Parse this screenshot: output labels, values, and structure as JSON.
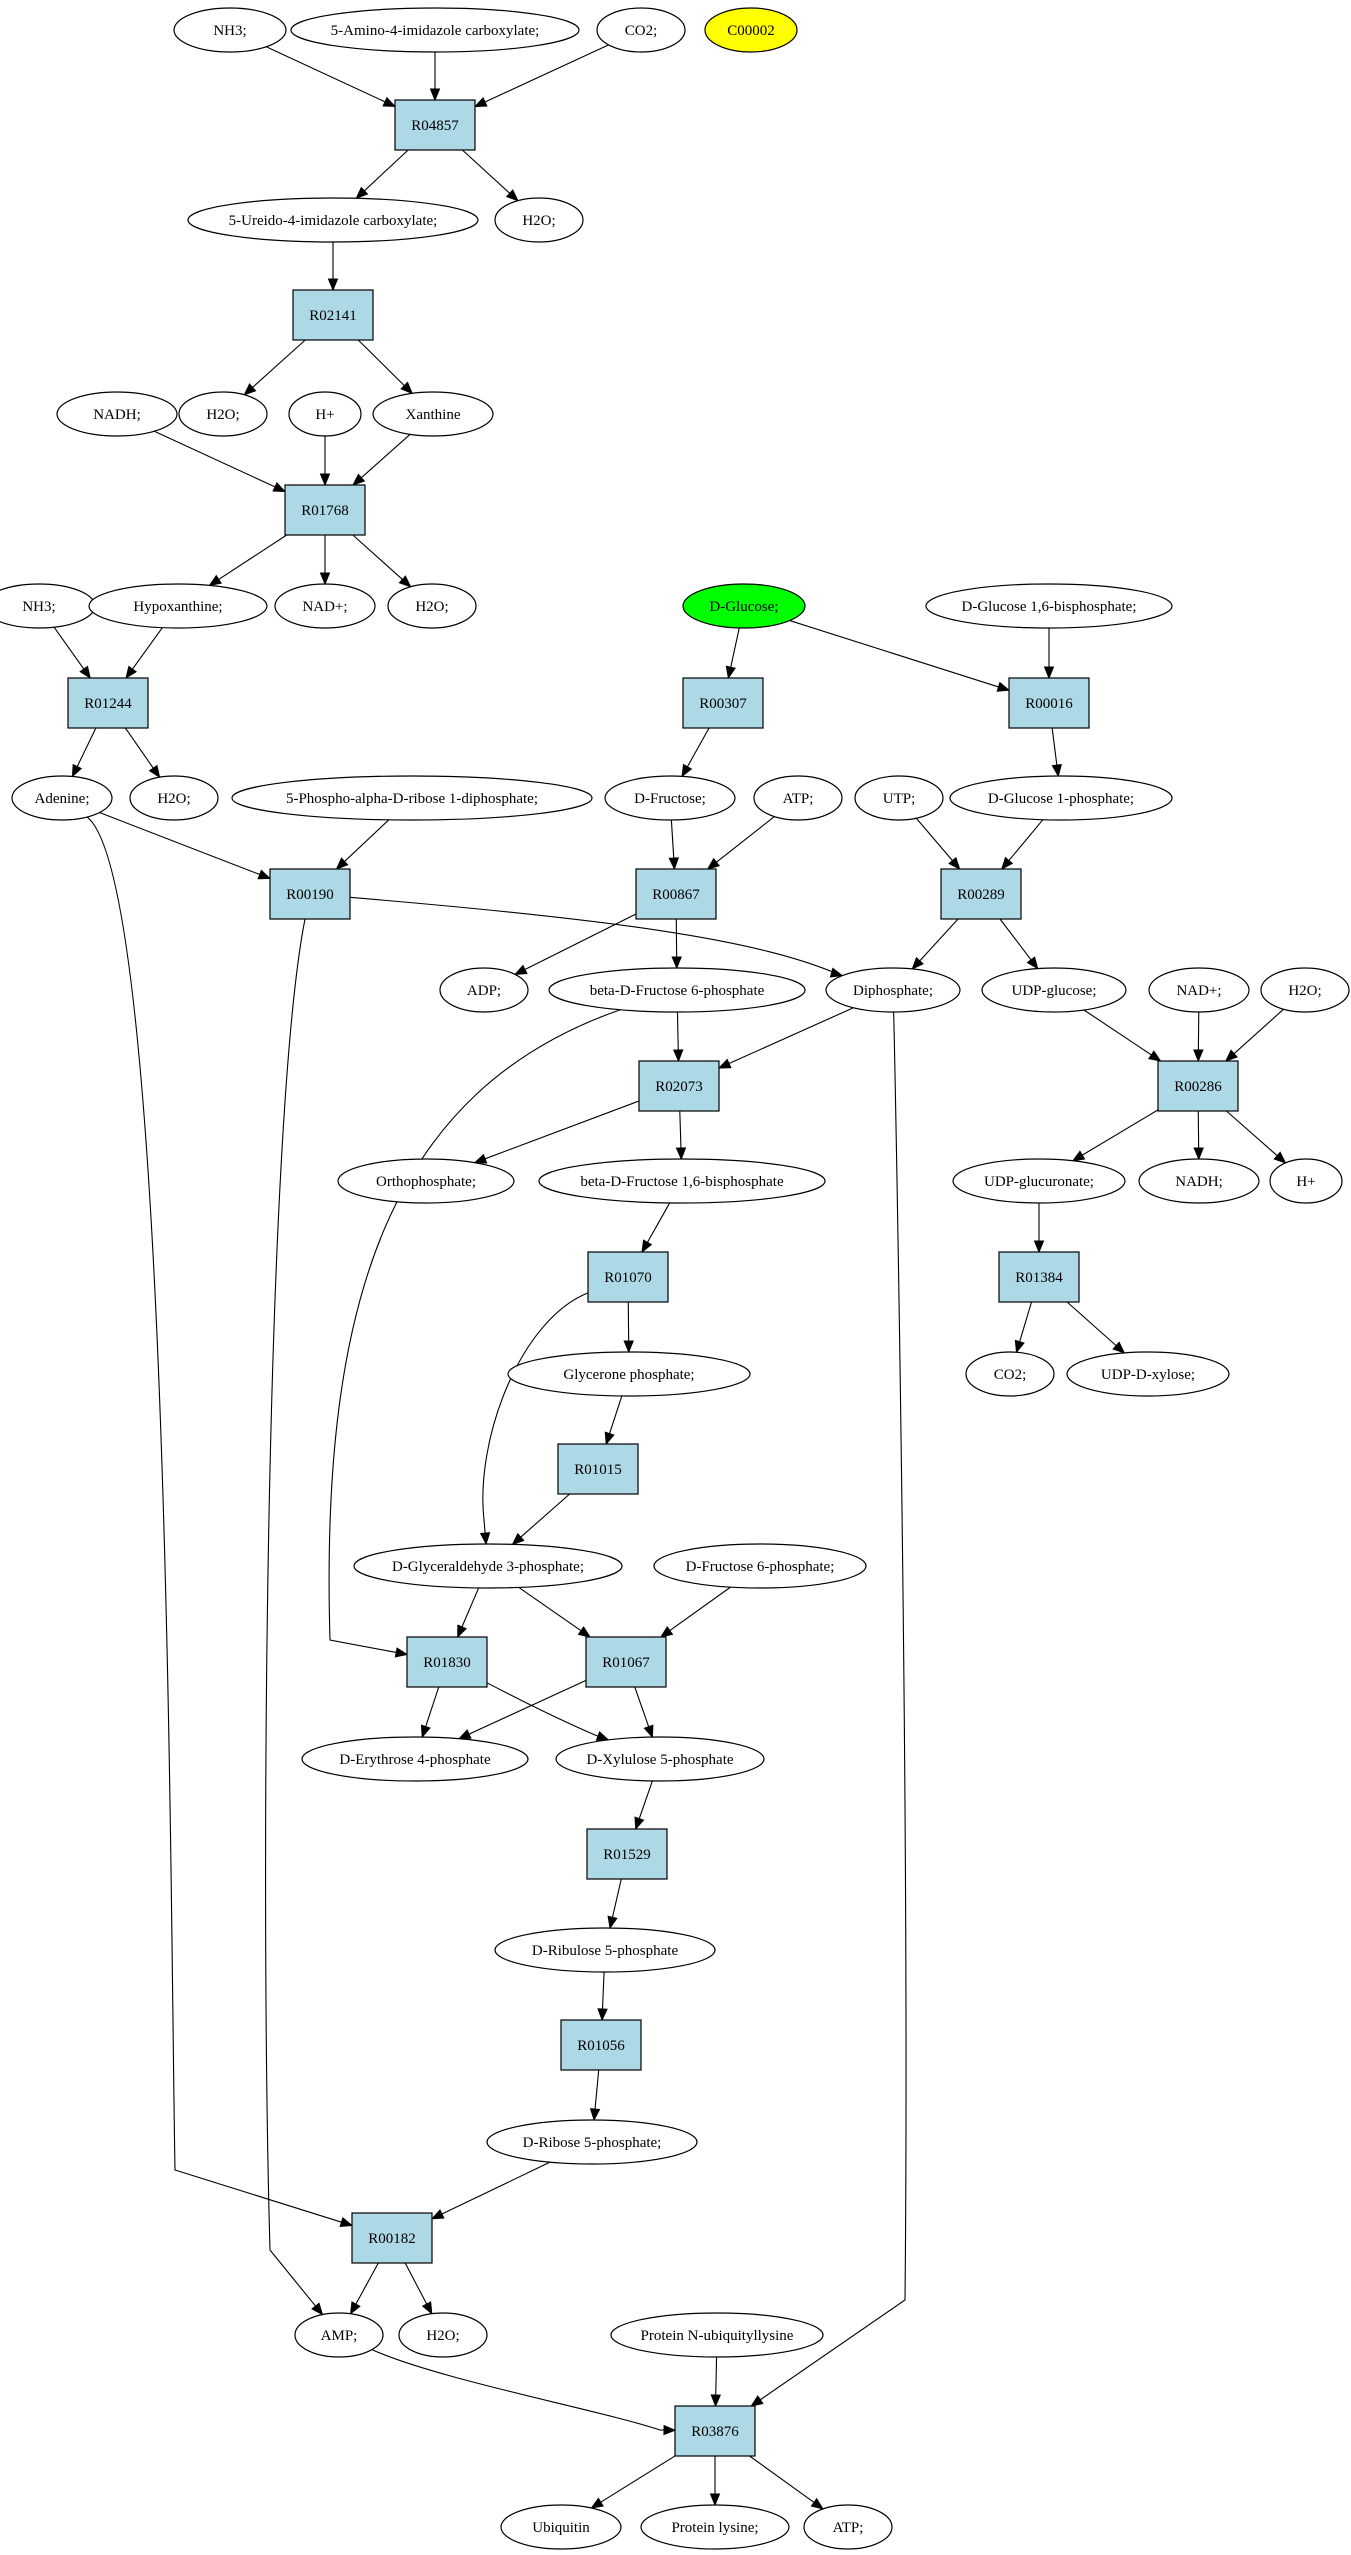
{
  "colors": {
    "reaction_fill": "#add8e6",
    "compound_fill": "#ffffff",
    "highlight_green": "#00ff00",
    "highlight_yellow": "#ffff00",
    "stroke": "#000000"
  },
  "nodes": [
    {
      "id": "nh3_a",
      "label": "NH3;",
      "kind": "compound"
    },
    {
      "id": "aic",
      "label": "5-Amino-4-imidazole carboxylate;",
      "kind": "compound"
    },
    {
      "id": "co2_a",
      "label": "CO2;",
      "kind": "compound"
    },
    {
      "id": "c00002",
      "label": "C00002",
      "kind": "compound",
      "highlight": "yellow"
    },
    {
      "id": "R04857",
      "label": "R04857",
      "kind": "reaction"
    },
    {
      "id": "uic",
      "label": "5-Ureido-4-imidazole carboxylate;",
      "kind": "compound"
    },
    {
      "id": "h2o_a",
      "label": "H2O;",
      "kind": "compound"
    },
    {
      "id": "R02141",
      "label": "R02141",
      "kind": "reaction"
    },
    {
      "id": "nadh_a",
      "label": "NADH;",
      "kind": "compound"
    },
    {
      "id": "h2o_b",
      "label": "H2O;",
      "kind": "compound"
    },
    {
      "id": "hplus_a",
      "label": "H+",
      "kind": "compound"
    },
    {
      "id": "xanthine",
      "label": "Xanthine",
      "kind": "compound"
    },
    {
      "id": "R01768",
      "label": "R01768",
      "kind": "reaction"
    },
    {
      "id": "nh3_b",
      "label": "NH3;",
      "kind": "compound"
    },
    {
      "id": "hypox",
      "label": "Hypoxanthine;",
      "kind": "compound"
    },
    {
      "id": "nadp_a",
      "label": "NAD+;",
      "kind": "compound"
    },
    {
      "id": "h2o_c",
      "label": "H2O;",
      "kind": "compound"
    },
    {
      "id": "dglucose",
      "label": "D-Glucose;",
      "kind": "compound",
      "highlight": "green"
    },
    {
      "id": "dg16bp",
      "label": "D-Glucose 1,6-bisphosphate;",
      "kind": "compound"
    },
    {
      "id": "R01244",
      "label": "R01244",
      "kind": "reaction"
    },
    {
      "id": "R00307",
      "label": "R00307",
      "kind": "reaction"
    },
    {
      "id": "R00016",
      "label": "R00016",
      "kind": "reaction"
    },
    {
      "id": "adenine",
      "label": "Adenine;",
      "kind": "compound"
    },
    {
      "id": "h2o_d",
      "label": "H2O;",
      "kind": "compound"
    },
    {
      "id": "prpp",
      "label": "5-Phospho-alpha-D-ribose 1-diphosphate;",
      "kind": "compound"
    },
    {
      "id": "dfructose",
      "label": "D-Fructose;",
      "kind": "compound"
    },
    {
      "id": "atp_a",
      "label": "ATP;",
      "kind": "compound"
    },
    {
      "id": "utp",
      "label": "UTP;",
      "kind": "compound"
    },
    {
      "id": "dg1p",
      "label": "D-Glucose 1-phosphate;",
      "kind": "compound"
    },
    {
      "id": "R00190",
      "label": "R00190",
      "kind": "reaction"
    },
    {
      "id": "R00867",
      "label": "R00867",
      "kind": "reaction"
    },
    {
      "id": "R00289",
      "label": "R00289",
      "kind": "reaction"
    },
    {
      "id": "adp",
      "label": "ADP;",
      "kind": "compound"
    },
    {
      "id": "bdf6p",
      "label": "beta-D-Fructose 6-phosphate",
      "kind": "compound"
    },
    {
      "id": "diphos",
      "label": "Diphosphate;",
      "kind": "compound"
    },
    {
      "id": "udpglc",
      "label": "UDP-glucose;",
      "kind": "compound"
    },
    {
      "id": "nadp_b",
      "label": "NAD+;",
      "kind": "compound"
    },
    {
      "id": "h2o_e",
      "label": "H2O;",
      "kind": "compound"
    },
    {
      "id": "R02073",
      "label": "R02073",
      "kind": "reaction"
    },
    {
      "id": "R00286",
      "label": "R00286",
      "kind": "reaction"
    },
    {
      "id": "orthop",
      "label": "Orthophosphate;",
      "kind": "compound"
    },
    {
      "id": "bdf16bp",
      "label": "beta-D-Fructose 1,6-bisphosphate",
      "kind": "compound"
    },
    {
      "id": "udpgluc",
      "label": "UDP-glucuronate;",
      "kind": "compound"
    },
    {
      "id": "nadh_b",
      "label": "NADH;",
      "kind": "compound"
    },
    {
      "id": "hplus_b",
      "label": "H+",
      "kind": "compound"
    },
    {
      "id": "R01070",
      "label": "R01070",
      "kind": "reaction"
    },
    {
      "id": "R01384",
      "label": "R01384",
      "kind": "reaction"
    },
    {
      "id": "glyp",
      "label": "Glycerone phosphate;",
      "kind": "compound"
    },
    {
      "id": "co2_b",
      "label": "CO2;",
      "kind": "compound"
    },
    {
      "id": "udpxyl",
      "label": "UDP-D-xylose;",
      "kind": "compound"
    },
    {
      "id": "R01015",
      "label": "R01015",
      "kind": "reaction"
    },
    {
      "id": "dg3p",
      "label": "D-Glyceraldehyde 3-phosphate;",
      "kind": "compound"
    },
    {
      "id": "df6p",
      "label": "D-Fructose 6-phosphate;",
      "kind": "compound"
    },
    {
      "id": "R01830",
      "label": "R01830",
      "kind": "reaction"
    },
    {
      "id": "R01067",
      "label": "R01067",
      "kind": "reaction"
    },
    {
      "id": "de4p",
      "label": "D-Erythrose 4-phosphate",
      "kind": "compound"
    },
    {
      "id": "dx5p",
      "label": "D-Xylulose 5-phosphate",
      "kind": "compound"
    },
    {
      "id": "R01529",
      "label": "R01529",
      "kind": "reaction"
    },
    {
      "id": "dru5p",
      "label": "D-Ribulose 5-phosphate",
      "kind": "compound"
    },
    {
      "id": "R01056",
      "label": "R01056",
      "kind": "reaction"
    },
    {
      "id": "dr5p",
      "label": "D-Ribose 5-phosphate;",
      "kind": "compound"
    },
    {
      "id": "R00182",
      "label": "R00182",
      "kind": "reaction"
    },
    {
      "id": "amp",
      "label": "AMP;",
      "kind": "compound"
    },
    {
      "id": "h2o_f",
      "label": "H2O;",
      "kind": "compound"
    },
    {
      "id": "pnul",
      "label": "Protein N-ubiquityllysine",
      "kind": "compound"
    },
    {
      "id": "R03876",
      "label": "R03876",
      "kind": "reaction"
    },
    {
      "id": "ubiquitin",
      "label": "Ubiquitin",
      "kind": "compound"
    },
    {
      "id": "plys",
      "label": "Protein lysine;",
      "kind": "compound"
    },
    {
      "id": "atp_b",
      "label": "ATP;",
      "kind": "compound"
    }
  ],
  "edges": [
    {
      "from": "nh3_a",
      "to": "R04857"
    },
    {
      "from": "aic",
      "to": "R04857"
    },
    {
      "from": "co2_a",
      "to": "R04857"
    },
    {
      "from": "R04857",
      "to": "uic"
    },
    {
      "from": "R04857",
      "to": "h2o_a"
    },
    {
      "from": "uic",
      "to": "R02141"
    },
    {
      "from": "R02141",
      "to": "h2o_b"
    },
    {
      "from": "R02141",
      "to": "xanthine"
    },
    {
      "from": "nadh_a",
      "to": "R01768"
    },
    {
      "from": "hplus_a",
      "to": "R01768"
    },
    {
      "from": "xanthine",
      "to": "R01768"
    },
    {
      "from": "R01768",
      "to": "hypox"
    },
    {
      "from": "R01768",
      "to": "nadp_a"
    },
    {
      "from": "R01768",
      "to": "h2o_c"
    },
    {
      "from": "nh3_b",
      "to": "R01244"
    },
    {
      "from": "hypox",
      "to": "R01244"
    },
    {
      "from": "R01244",
      "to": "adenine"
    },
    {
      "from": "R01244",
      "to": "h2o_d"
    },
    {
      "from": "dglucose",
      "to": "R00307"
    },
    {
      "from": "dglucose",
      "to": "R00016"
    },
    {
      "from": "dg16bp",
      "to": "R00016"
    },
    {
      "from": "R00307",
      "to": "dfructose"
    },
    {
      "from": "R00016",
      "to": "dg1p"
    },
    {
      "from": "adenine",
      "to": "R00190"
    },
    {
      "from": "prpp",
      "to": "R00190"
    },
    {
      "from": "adenine",
      "to": "R00182"
    },
    {
      "from": "R00190",
      "to": "diphos"
    },
    {
      "from": "R00190",
      "to": "amp"
    },
    {
      "from": "dfructose",
      "to": "R00867"
    },
    {
      "from": "atp_a",
      "to": "R00867"
    },
    {
      "from": "R00867",
      "to": "adp"
    },
    {
      "from": "R00867",
      "to": "bdf6p"
    },
    {
      "from": "utp",
      "to": "R00289"
    },
    {
      "from": "dg1p",
      "to": "R00289"
    },
    {
      "from": "R00289",
      "to": "diphos"
    },
    {
      "from": "R00289",
      "to": "udpglc"
    },
    {
      "from": "bdf6p",
      "to": "R02073"
    },
    {
      "from": "diphos",
      "to": "R02073"
    },
    {
      "from": "bdf6p",
      "to": "R01830"
    },
    {
      "from": "diphos",
      "to": "R03876"
    },
    {
      "from": "udpglc",
      "to": "R00286"
    },
    {
      "from": "nadp_b",
      "to": "R00286"
    },
    {
      "from": "h2o_e",
      "to": "R00286"
    },
    {
      "from": "R02073",
      "to": "orthop"
    },
    {
      "from": "R02073",
      "to": "bdf16bp"
    },
    {
      "from": "R00286",
      "to": "udpgluc"
    },
    {
      "from": "R00286",
      "to": "nadh_b"
    },
    {
      "from": "R00286",
      "to": "hplus_b"
    },
    {
      "from": "bdf16bp",
      "to": "R01070"
    },
    {
      "from": "udpgluc",
      "to": "R01384"
    },
    {
      "from": "R01070",
      "to": "glyp"
    },
    {
      "from": "R01070",
      "to": "dg3p"
    },
    {
      "from": "R01384",
      "to": "co2_b"
    },
    {
      "from": "R01384",
      "to": "udpxyl"
    },
    {
      "from": "glyp",
      "to": "R01015"
    },
    {
      "from": "R01015",
      "to": "dg3p"
    },
    {
      "from": "dg3p",
      "to": "R01830"
    },
    {
      "from": "dg3p",
      "to": "R01067"
    },
    {
      "from": "df6p",
      "to": "R01067"
    },
    {
      "from": "R01830",
      "to": "de4p"
    },
    {
      "from": "R01830",
      "to": "dx5p"
    },
    {
      "from": "R01067",
      "to": "de4p"
    },
    {
      "from": "R01067",
      "to": "dx5p"
    },
    {
      "from": "dx5p",
      "to": "R01529"
    },
    {
      "from": "R01529",
      "to": "dru5p"
    },
    {
      "from": "dru5p",
      "to": "R01056"
    },
    {
      "from": "R01056",
      "to": "dr5p"
    },
    {
      "from": "dr5p",
      "to": "R00182"
    },
    {
      "from": "R00182",
      "to": "amp"
    },
    {
      "from": "R00182",
      "to": "h2o_f"
    },
    {
      "from": "amp",
      "to": "R03876"
    },
    {
      "from": "pnul",
      "to": "R03876"
    },
    {
      "from": "R03876",
      "to": "ubiquitin"
    },
    {
      "from": "R03876",
      "to": "plys"
    },
    {
      "from": "R03876",
      "to": "atp_b"
    }
  ]
}
